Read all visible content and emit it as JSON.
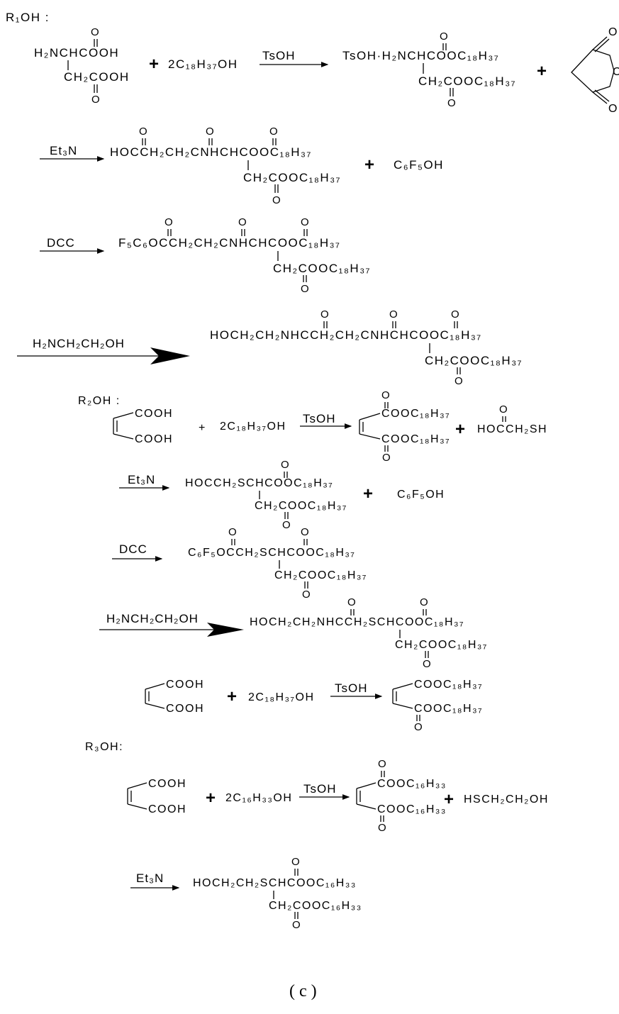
{
  "section_labels": {
    "r1": "R₁OH :",
    "r2": "R₂OH :",
    "r3": "R₃OH:"
  },
  "reagents": {
    "tsoh": "TsOH",
    "et3n": "Et₃N",
    "dcc": "DCC",
    "ethanolamine": "H₂NCH₂CH₂OH"
  },
  "plus": "+",
  "caption": "( c )",
  "s1": {
    "aa_top": "H₂NCHCOOH",
    "aa_bot": "CH₂COOH",
    "alcohol": "2C₁₈H₃₇OH",
    "p1_top": "TsOH·H₂NCHCOOC₁₈H₃₇",
    "p1_bot": "CH₂COOC₁₈H₃₇",
    "p2_top": "HOCCH₂CH₂CNHCHCOOC₁₈H₃₇",
    "p2_bot": "CH₂COOC₁₈H₃₇",
    "pfp": "C₆F₅OH",
    "p3_top": "F₅C₆OCCH₂CH₂CNHCHCOOC₁₈H₃₇",
    "p3_bot": "CH₂COOC₁₈H₃₇",
    "p4_top": "HOCH₂CH₂NHCCH₂CH₂CNHCHCOOC₁₈H₃₇",
    "p4_bot": "CH₂COOC₁₈H₃₇"
  },
  "s2": {
    "acid_top": "COOH",
    "acid_bot": "COOH",
    "alcohol": "2C₁₈H₃₇OH",
    "ester_top": "COOC₁₈H₃₇",
    "ester_bot": "COOC₁₈H₃₇",
    "thiol": "HOCCH₂SH",
    "p2_top": "HOCCH₂SCHCOOC₁₈H₃₇",
    "p2_bot": "CH₂COOC₁₈H₃₇",
    "pfp": "C₆F₅OH",
    "p3_top": "C₆F₅OCCH₂SCHCOOC₁₈H₃₇",
    "p3_bot": "CH₂COOC₁₈H₃₇",
    "p4_top": "HOCH₂CH₂NHCCH₂SCHCOOC₁₈H₃₇",
    "p4_bot": "CH₂COOC₁₈H₃₇",
    "alt_acid_top": "COOH",
    "alt_acid_bot": "COOH",
    "alt_alcohol": "2C₁₈H₃₇OH",
    "alt_ester_top": "COOC₁₈H₃₇",
    "alt_ester_bot": "COOC₁₈H₃₇"
  },
  "s3": {
    "acid_top": "COOH",
    "acid_bot": "COOH",
    "alcohol": "2C₁₆H₃₃OH",
    "ester_top": "COOC₁₆H₃₃",
    "ester_bot": "COOC₁₆H₃₃",
    "thiol": "HSCH₂CH₂OH",
    "p2_top": "HOCH₂CH₂SCHCOOC₁₆H₃₃",
    "p2_bot": "CH₂COOC₁₆H₃₃"
  }
}
